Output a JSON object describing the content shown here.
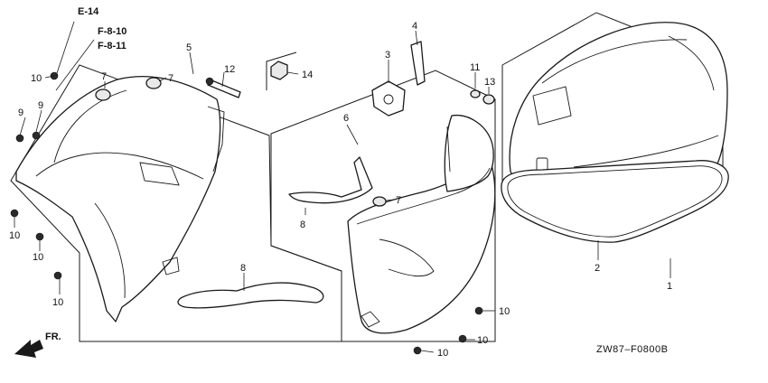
{
  "references": {
    "e14": "E-14",
    "f810": "F-8-10",
    "f811": "F-8-11"
  },
  "callouts": {
    "p1": "1",
    "p2": "2",
    "p3": "3",
    "p4": "4",
    "p5": "5",
    "p6": "6",
    "p7a": "7",
    "p7b": "7",
    "p7c": "7",
    "p8a": "8",
    "p8b": "8",
    "p9a": "9",
    "p9b": "9",
    "p10a": "10",
    "p10b": "10",
    "p10c": "10",
    "p10d": "10",
    "p10e": "10",
    "p10f": "10",
    "p10g": "10",
    "p11": "11",
    "p12": "12",
    "p13": "13",
    "p14": "14"
  },
  "front_arrow_label": "FR.",
  "diagram_code": "ZW87–F0800B"
}
